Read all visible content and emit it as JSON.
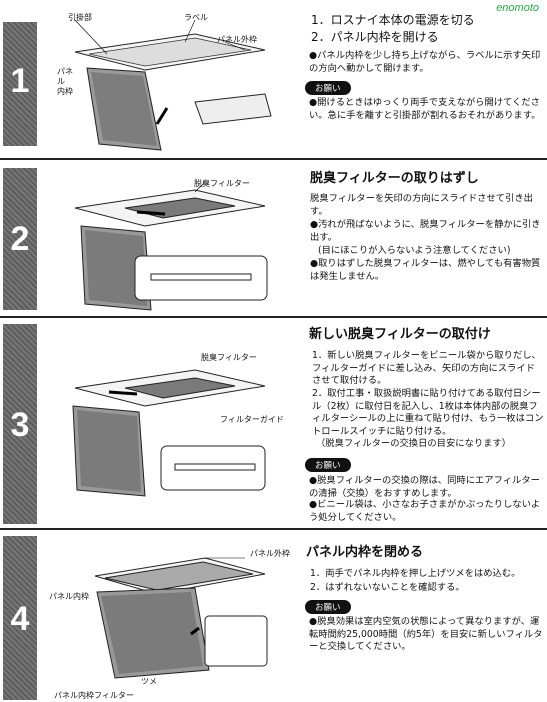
{
  "watermark": "enomoto",
  "steps": [
    {
      "number": "1",
      "labels": {
        "pull": "引掛部",
        "label": "ラベル",
        "outer": "パネル外枠",
        "inner": "パネル\n内枠"
      },
      "lines": [
        "1．ロスナイ本体の電源を切る",
        "2．パネル内枠を開ける"
      ],
      "bullet1": "パネル内枠を少し持ち上げながら、ラベルに示す矢印の方向へ動かして開けます。",
      "notice": "お願い",
      "bullet2": "開けるときはゆっくり両手で支えながら開けてください。急に手を離すと引掛部が割れるおそれがあります。"
    },
    {
      "number": "2",
      "labels": {
        "filter": "脱臭フィルター"
      },
      "title": "脱臭フィルターの取りはずし",
      "body": "脱臭フィルターを矢印の方向にスライドさせて引き出す。",
      "bullet1": "汚れが飛ばないように、脱臭フィルターを静かに引き出す。",
      "note": "(目にほこりが入らないよう注意してください)",
      "bullet2": "取りはずした脱臭フィルターは、燃やしても有害物質は発生しません。"
    },
    {
      "number": "3",
      "labels": {
        "filter": "脱臭フィルター",
        "guide": "フィルターガイド"
      },
      "title": "新しい脱臭フィルターの取付け",
      "item1": "1．新しい脱臭フィルターをビニール袋から取りだし、フィルターガイドに差し込み、矢印の方向にスライドさせて取付ける。",
      "item2": "2．取付工事・取扱説明書に貼り付けてある取付日シール（2枚）に取付日を記入し、1枚は本体内部の脱臭フィルターシールの上に重ねて貼り付け、もう一枚はコントロールスイッチに貼り付ける。",
      "note": "（脱臭フィルターの交換日の目安になります）",
      "notice": "お願い",
      "bullet1": "脱臭フィルターの交換の際は、同時にエアフィルターの清掃（交換）をおすすめします。",
      "bullet2": "ビニール袋は、小さなお子さまがかぶったりしないよう処分してください。"
    },
    {
      "number": "4",
      "labels": {
        "outer": "パネル外枠",
        "inner": "パネル内枠",
        "claw": "ツメ",
        "filter": "パネル内枠フィルター"
      },
      "title": "パネル内枠を閉める",
      "item1": "1．両手でパネル内枠を押し上げツメをはめ込む。",
      "item2": "2．はずれないないことを確認する。",
      "notice": "お願い",
      "bullet1": "脱臭効果は室内空気の状態によって異なりますが、運転時間約25,000時間（約5年）を目安に新しいフィルターと交換してください。"
    }
  ]
}
